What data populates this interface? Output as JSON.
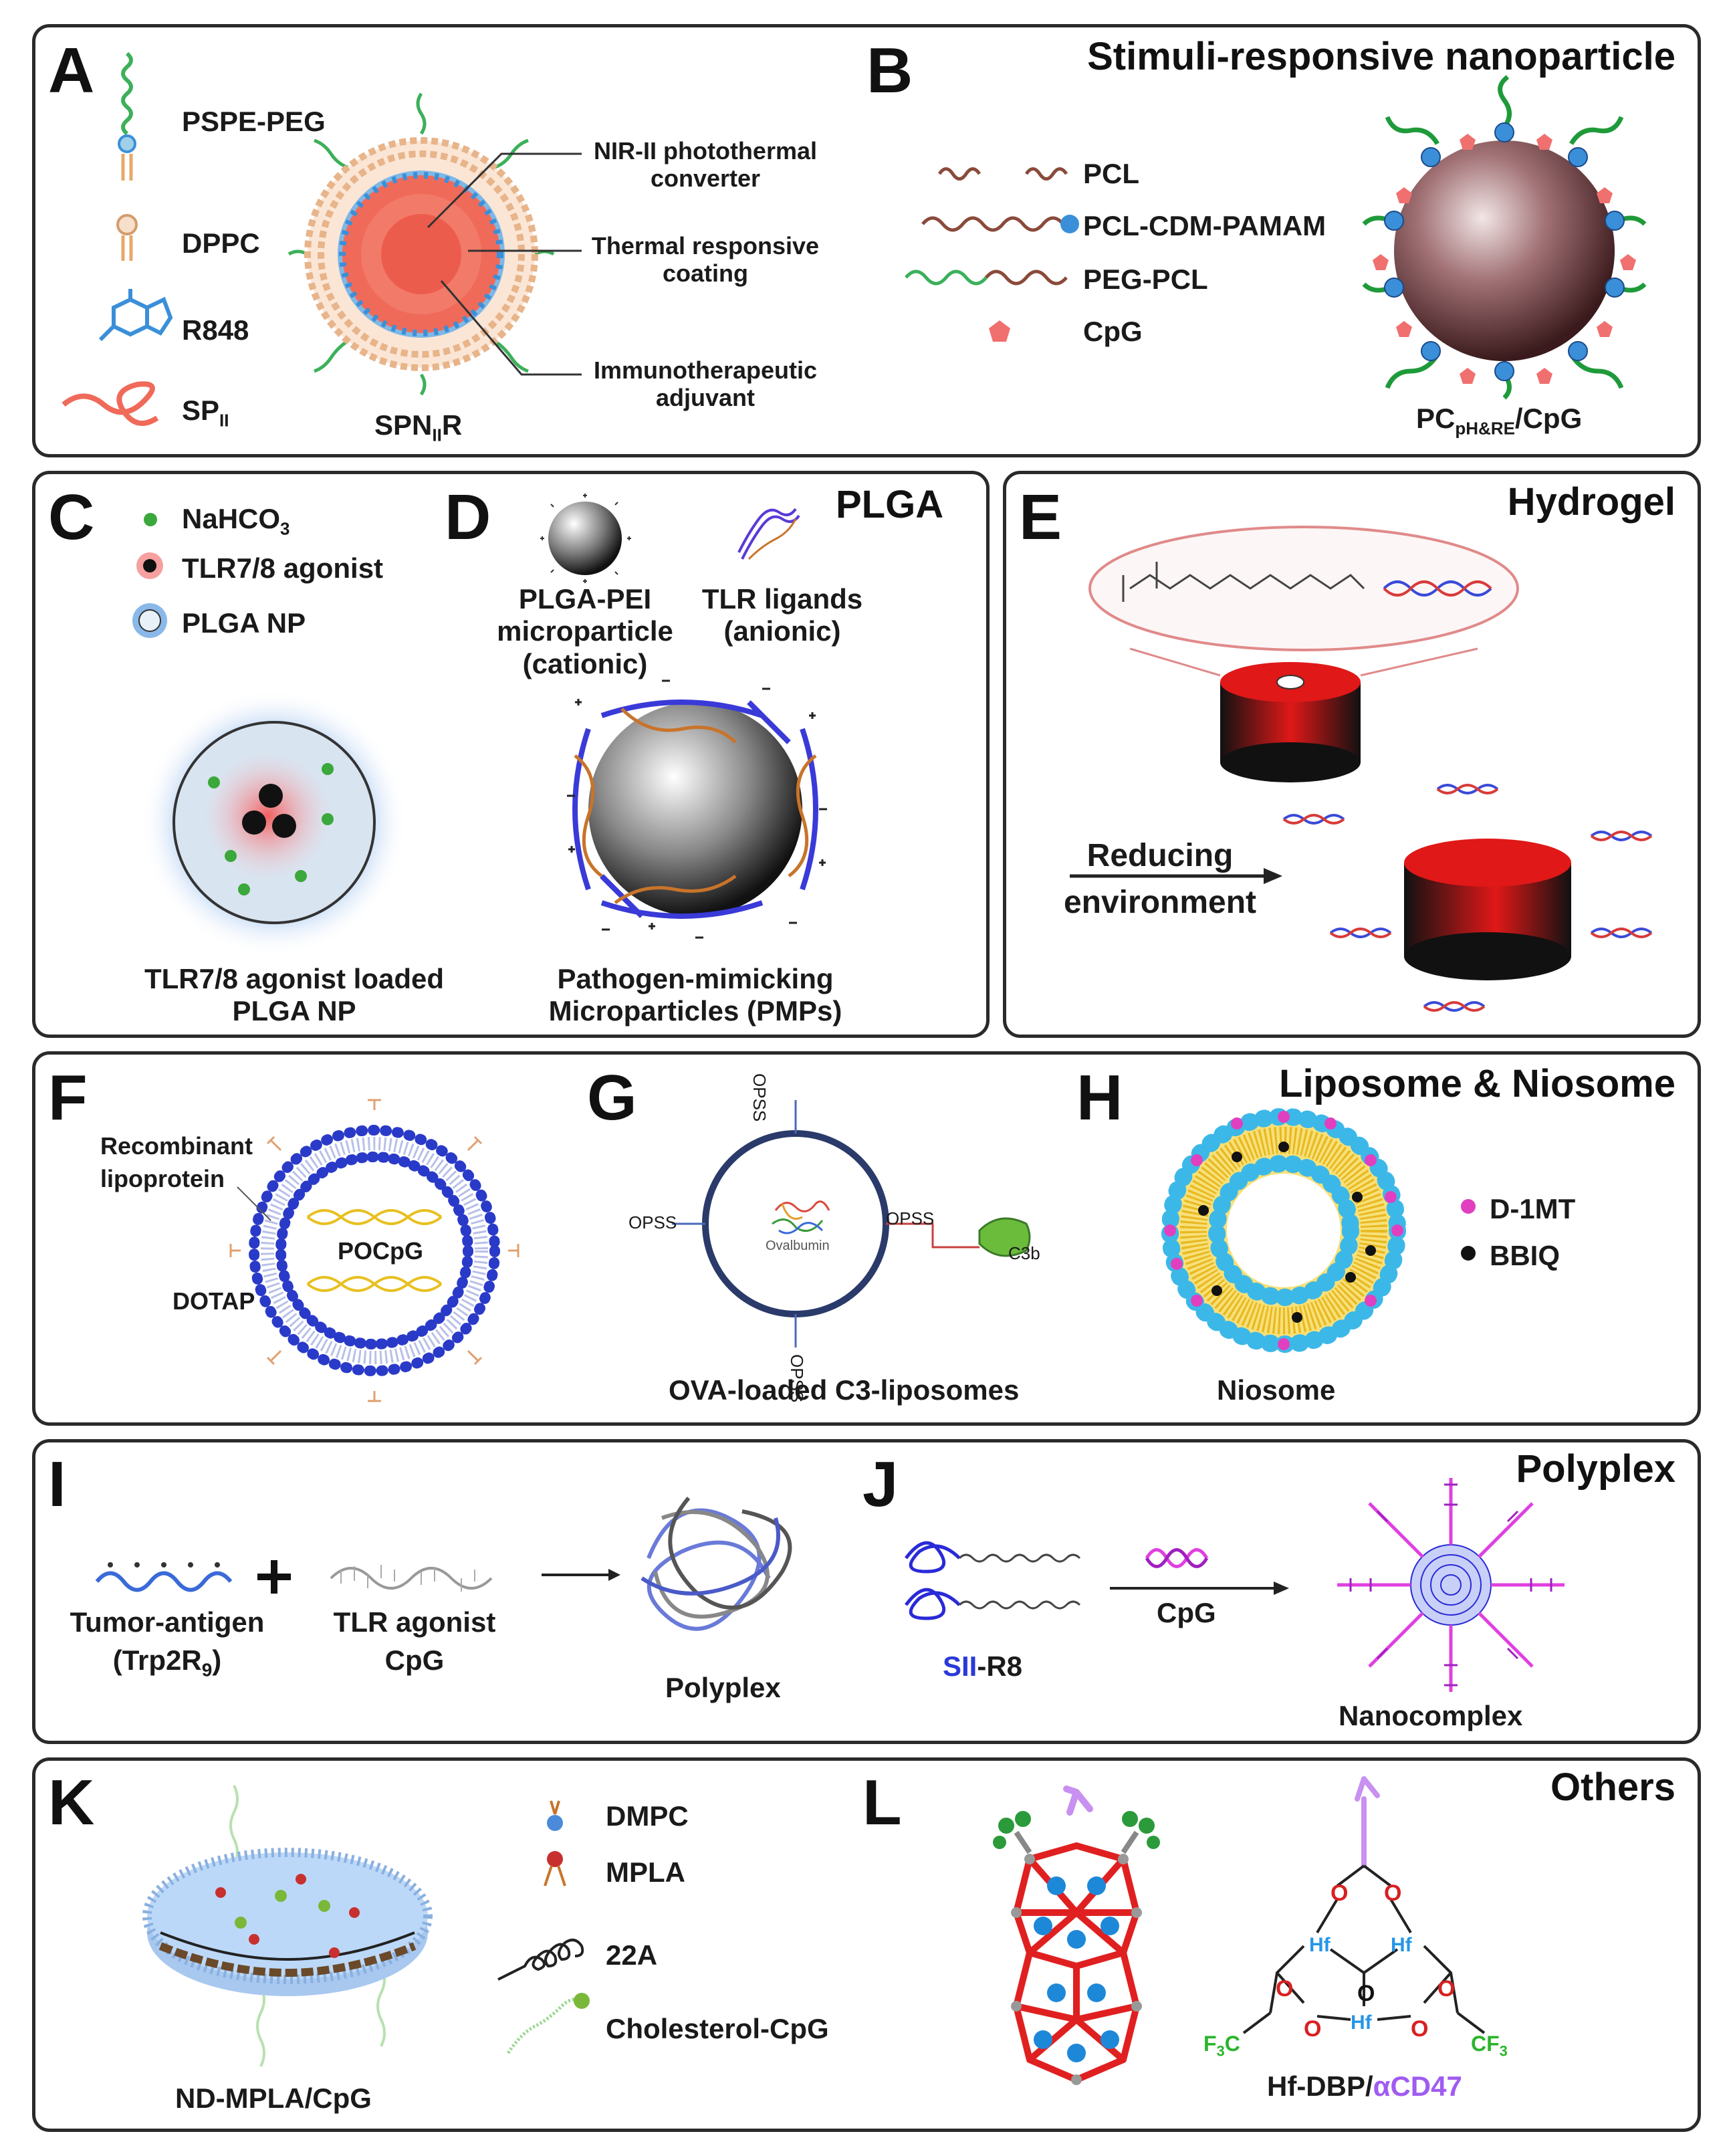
{
  "panelA": {
    "letter": "A",
    "legend": [
      "PSPE-PEG",
      "DPPC",
      "R848",
      "SP"
    ],
    "sp_sub": "II",
    "callouts": [
      "NIR-II photothermal converter",
      "Thermal responsive coating",
      "Immunotherapeutic adjuvant"
    ],
    "caption": "SPN",
    "caption_sub": "II",
    "caption_tail": "R"
  },
  "panelB": {
    "letter": "B",
    "title": "Stimuli-responsive nanoparticle",
    "legend": [
      "PCL",
      "PCL-CDM-PAMAM",
      "PEG-PCL",
      "CpG"
    ],
    "caption": "PC",
    "caption_sub": "pH&RE",
    "caption_tail": "/CpG"
  },
  "panelC": {
    "letter": "C",
    "legend": [
      "NaHCO",
      "TLR7/8 agonist",
      "PLGA NP"
    ],
    "nahco_sub": "3",
    "caption": "TLR7/8 agonist loaded PLGA NP"
  },
  "panelD": {
    "letter": "D",
    "title": "PLGA",
    "items": [
      "PLGA-PEI microparticle (cationic)",
      "TLR ligands (anionic)"
    ],
    "caption": "Pathogen-mimicking Microparticles (PMPs)"
  },
  "panelE": {
    "letter": "E",
    "title": "Hydrogel",
    "arrow": "Reducing environment"
  },
  "panelF": {
    "letter": "F",
    "labels": [
      "Recombinant lipoprotein",
      "DOTAP",
      "POCpG"
    ]
  },
  "panelG": {
    "letter": "G",
    "labels": [
      "OPSS",
      "Ovalbumin",
      "C3b"
    ],
    "caption": "OVA-loaded C3-liposomes"
  },
  "panelH": {
    "letter": "H",
    "title": "Liposome & Niosome",
    "legend": [
      "D-1MT",
      "BBIQ"
    ],
    "caption": "Niosome"
  },
  "panelI": {
    "letter": "I",
    "left": "Tumor-antigen",
    "left_sub": "(Trp2R",
    "left_sub_n": "9",
    "left_sub_tail": ")",
    "middle": "TLR agonist CpG",
    "caption": "Polyplex"
  },
  "panelJ": {
    "letter": "J",
    "title": "Polyplex",
    "arrow": "CpG",
    "left_a": "SII",
    "left_b": "-R8",
    "caption": "Nanocomplex"
  },
  "panelK": {
    "letter": "K",
    "legend": [
      "DMPC",
      "MPLA",
      "22A",
      "Cholesterol-CpG"
    ],
    "caption": "ND-MPLA/CpG"
  },
  "panelL": {
    "letter": "L",
    "title": "Others",
    "atoms": [
      "O",
      "Hf",
      "F",
      "C"
    ],
    "cf3": "CF",
    "cf3_sub": "3",
    "f3c": "F",
    "f3c_sub": "3",
    "f3c_tail": "C",
    "caption_a": "Hf-DBP/",
    "caption_b": "αCD47"
  },
  "colors": {
    "phospholipid": "#f0c8a8",
    "core": "#f06a5a",
    "bead": "#3b8fd8",
    "peg": "#3cb05a",
    "dna_blue": "#3a4ad8",
    "dna_orange": "#c8742a",
    "gel": "#e01818",
    "mof_red": "#e02020",
    "mof_blue": "#1e88d8"
  }
}
